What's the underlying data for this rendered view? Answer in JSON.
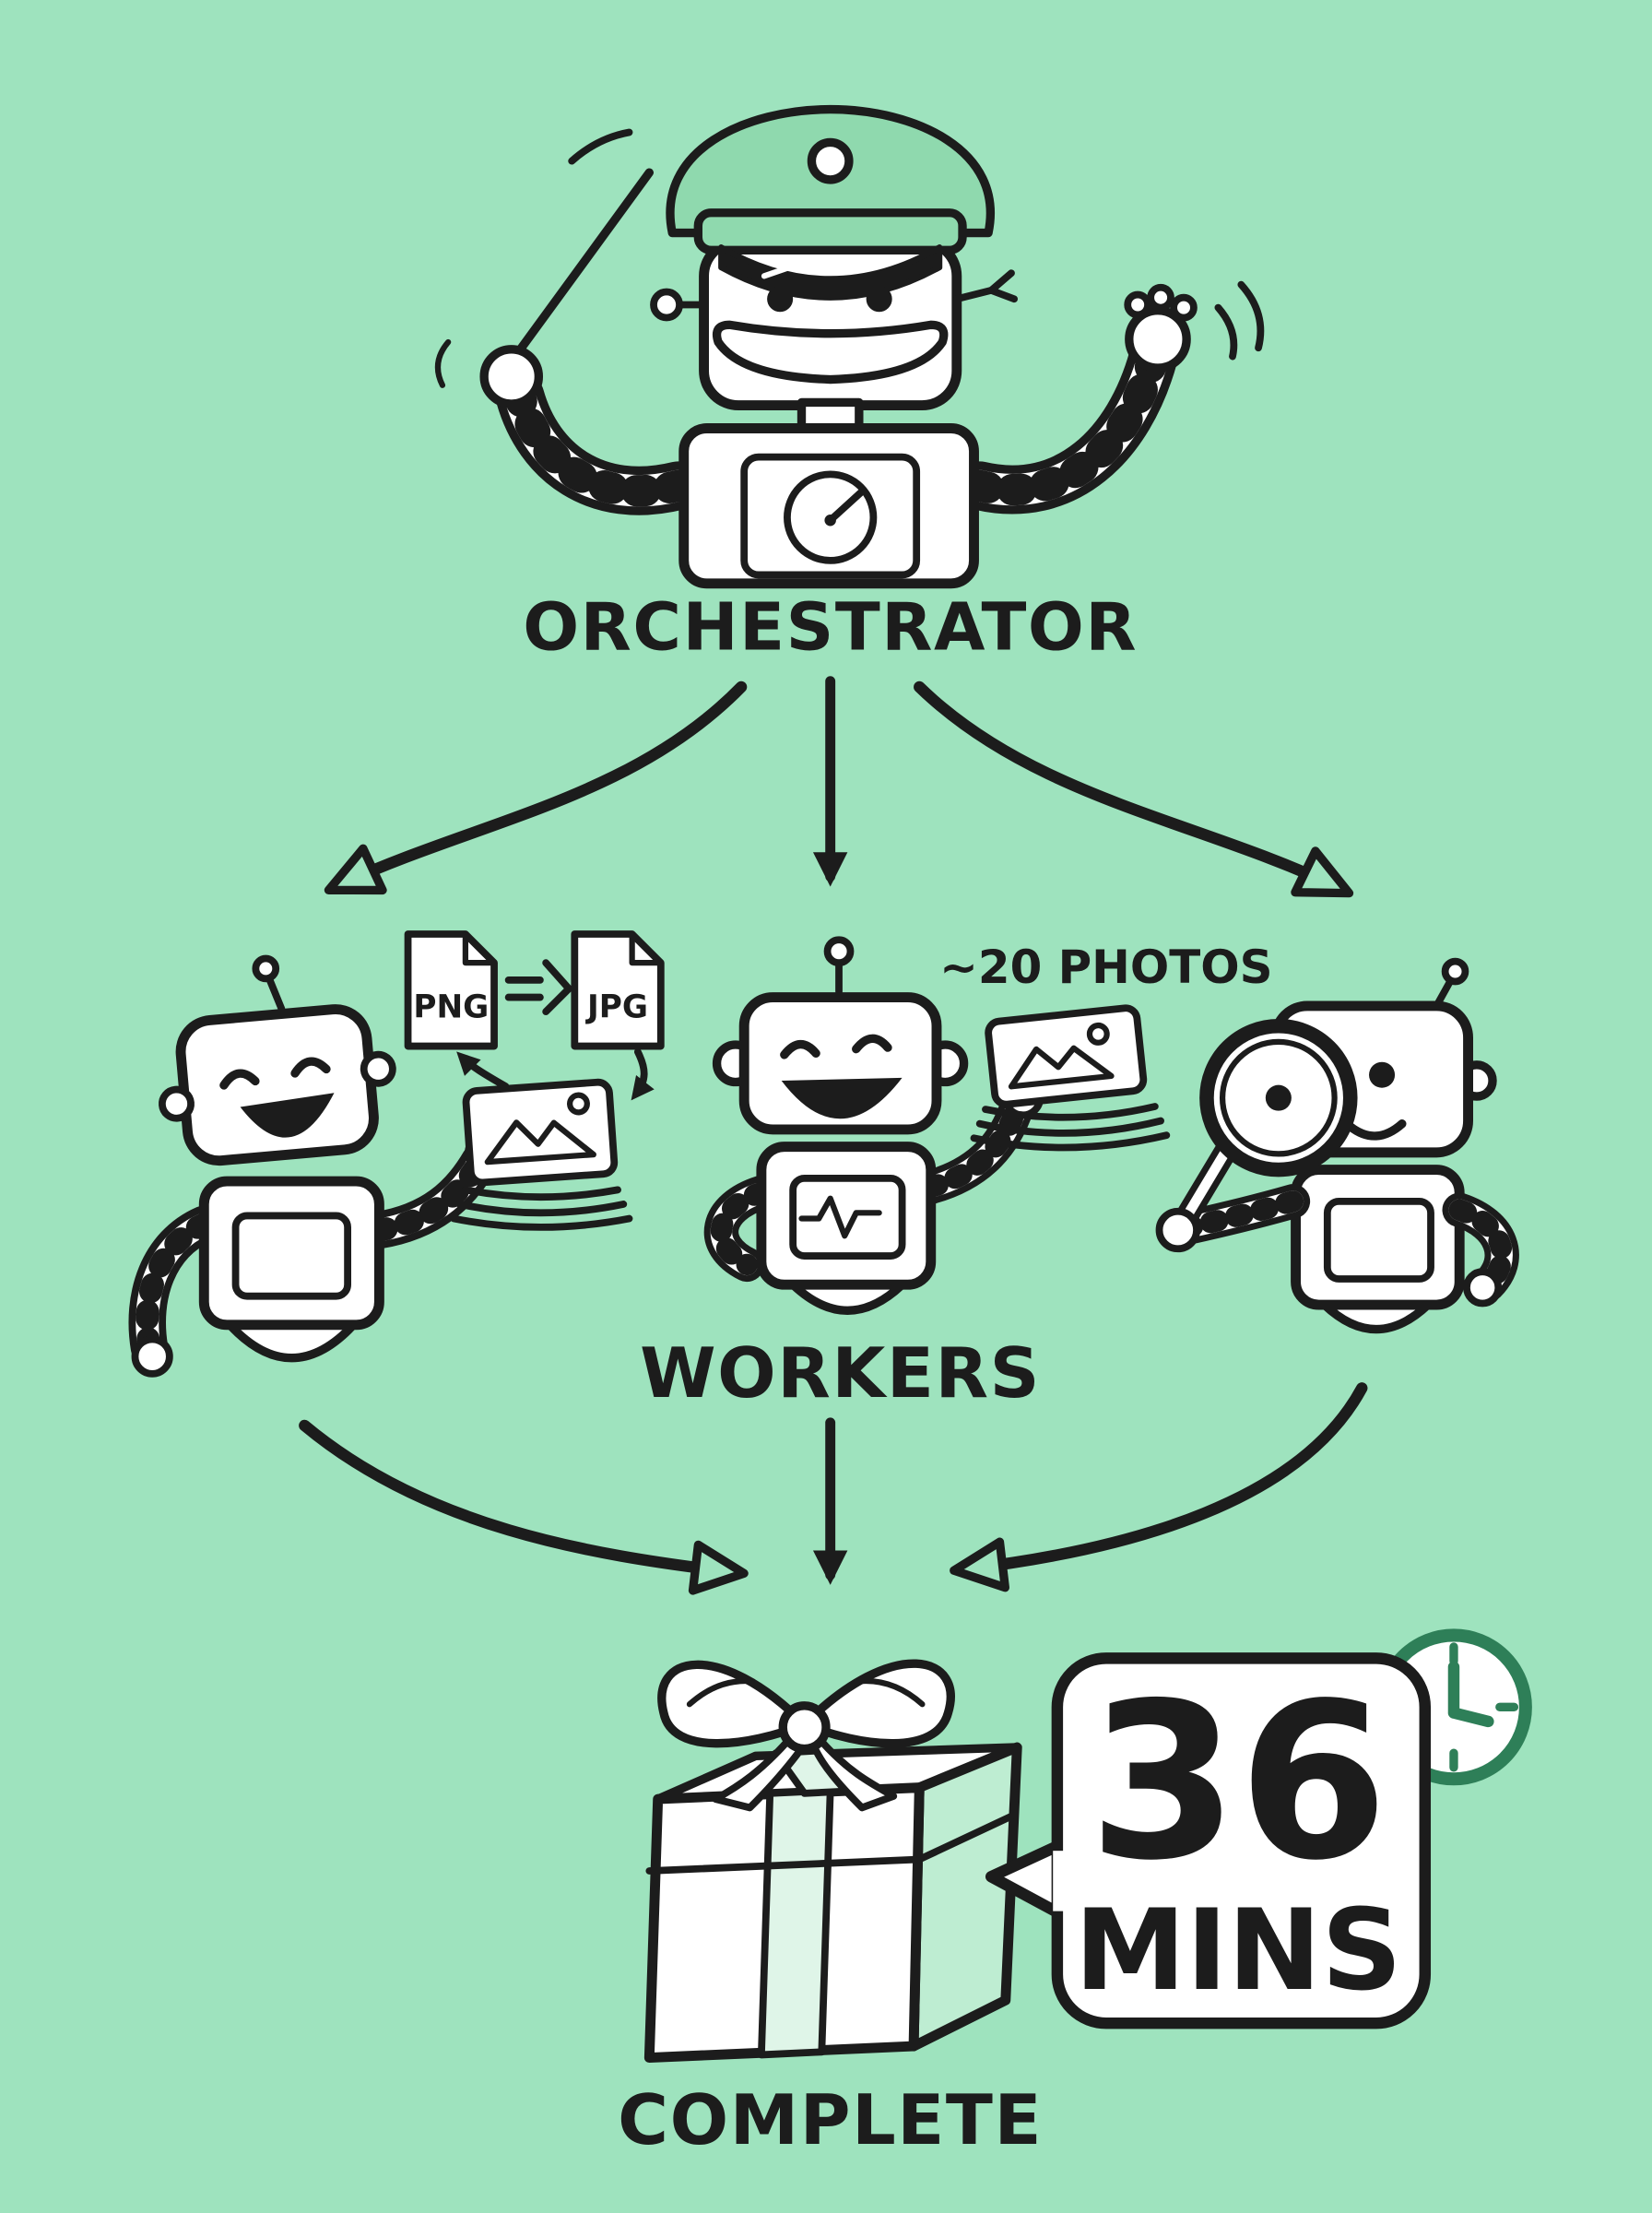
{
  "colors": {
    "background": "#9EE3BE",
    "ink": "#1C1C1C",
    "cap_green": "#8FD9AE",
    "box_shade": "#BEEDD2",
    "ribbon_mint": "#DFF5E8",
    "clock_green": "#2E7F58",
    "white": "#FFFFFF"
  },
  "orchestrator": {
    "label": "ORCHESTRATOR",
    "icon": "conductor-robot-icon"
  },
  "workers": {
    "label": "WORKERS",
    "left": {
      "icon": "robot-with-photos-icon",
      "file_from": "PNG",
      "file_to": "JPG"
    },
    "middle": {
      "icon": "robot-with-photo-stack-icon",
      "note": "~20 PHOTOS"
    },
    "right": {
      "icon": "robot-with-magnifier-icon"
    }
  },
  "result": {
    "label": "COMPLETE",
    "icon": "gift-box-icon"
  },
  "callout": {
    "value": "36",
    "unit": "MINS",
    "icon": "clock-icon"
  }
}
